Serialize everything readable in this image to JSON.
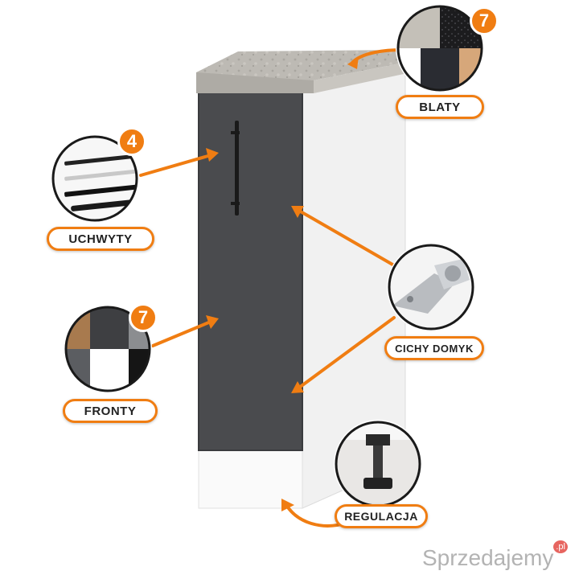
{
  "callouts": {
    "blaty": {
      "label": "BLATY",
      "count": "7"
    },
    "uchwyty": {
      "label": "UCHWYTY",
      "count": "4"
    },
    "fronty": {
      "label": "FRONTY",
      "count": "7"
    },
    "cichy_domyk": {
      "label": "CICHY DOMYK"
    },
    "regulacja": {
      "label": "REGULACJA"
    }
  },
  "watermark": {
    "text": "Sprzedajemy",
    "suffix": ".pl"
  },
  "colors": {
    "accent": "#f07d12",
    "front": "#4a4b4e",
    "body": "#f2f2f2",
    "countertop": "#b9b6b1"
  }
}
